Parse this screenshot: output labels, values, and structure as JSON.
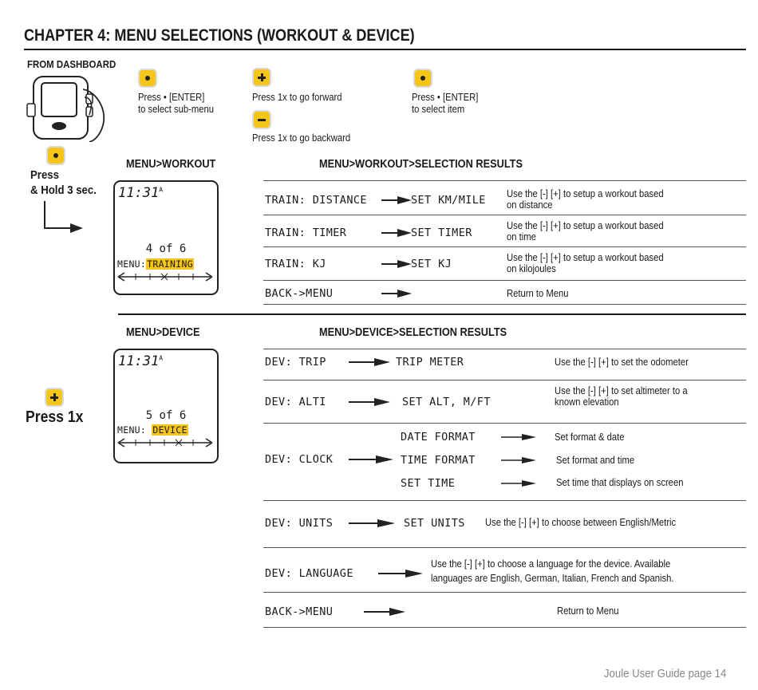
{
  "title": "CHAPTER 4: MENU SELECTIONS (WORKOUT & DEVICE)",
  "top": {
    "from_dashboard": "FROM DASHBOARD",
    "step1": [
      "Press • [ENTER]",
      "to select sub-menu"
    ],
    "step2a": "Press 1x to go forward",
    "step2b": "Press 1x to go backward",
    "step3": [
      "Press • [ENTER]",
      "to select item"
    ],
    "press_hold": [
      "Press",
      "& Hold 3 sec."
    ],
    "press_1x": "Press 1x"
  },
  "workout": {
    "heading": "MENU>WORKOUT",
    "results_heading": "MENU>WORKOUT>SELECTION RESULTS",
    "lcd": {
      "time": "11:31",
      "ampm": "A",
      "count": "4 of 6",
      "menu_prefix": "MENU:",
      "menu_item": "TRAINING"
    },
    "rows": [
      {
        "item": "TRAIN: DISTANCE",
        "result": "SET KM/MILE",
        "note": [
          "Use the [-]  [+] to setup a workout based",
          "on distance"
        ]
      },
      {
        "item": "TRAIN: TIMER",
        "result": "SET TIMER",
        "note": [
          "Use the [-] [+] to setup a workout based",
          "on time"
        ]
      },
      {
        "item": "TRAIN: KJ",
        "result": "SET KJ",
        "note": [
          "Use the [-] [+] to setup a workout based",
          "on kilojoules"
        ]
      },
      {
        "item": "BACK->MENU",
        "result": "",
        "note": [
          "Return to Menu"
        ]
      }
    ]
  },
  "device": {
    "heading": "MENU>DEVICE",
    "results_heading": "MENU>DEVICE>SELECTION RESULTS",
    "lcd": {
      "time": "11:31",
      "ampm": "A",
      "count": "5 of 6",
      "menu_prefix": "MENU: ",
      "menu_item": "DEVICE"
    },
    "trip": {
      "item": "DEV: TRIP",
      "result": "TRIP METER",
      "note": "Use the [-] [+] to set the odometer"
    },
    "alti": {
      "item": "DEV: ALTI",
      "result": "SET ALT, M/FT",
      "note": [
        "Use the [-] [+] to set altimeter to a",
        "known elevation"
      ]
    },
    "clock": {
      "item": "DEV: CLOCK",
      "subs": [
        {
          "label": "DATE FORMAT",
          "note": "Set format & date"
        },
        {
          "label": "TIME FORMAT",
          "note": "Set format and time"
        },
        {
          "label": "SET TIME",
          "note": "Set time that displays on screen"
        }
      ]
    },
    "units": {
      "item": "DEV: UNITS",
      "result": "SET UNITS",
      "note": "Use the [-] [+] to choose between English/Metric"
    },
    "language": {
      "item": "DEV: LANGUAGE",
      "note": [
        "Use the [-] [+] to choose a language for the device. Available",
        "languages are English, German, Italian, French and Spanish."
      ]
    },
    "back": {
      "item": "BACK->MENU",
      "note": "Return to Menu"
    }
  },
  "footer": "Joule User Guide page 14",
  "colors": {
    "accent": "#f5c518",
    "text": "#1a1a1a",
    "footer": "#888888"
  }
}
